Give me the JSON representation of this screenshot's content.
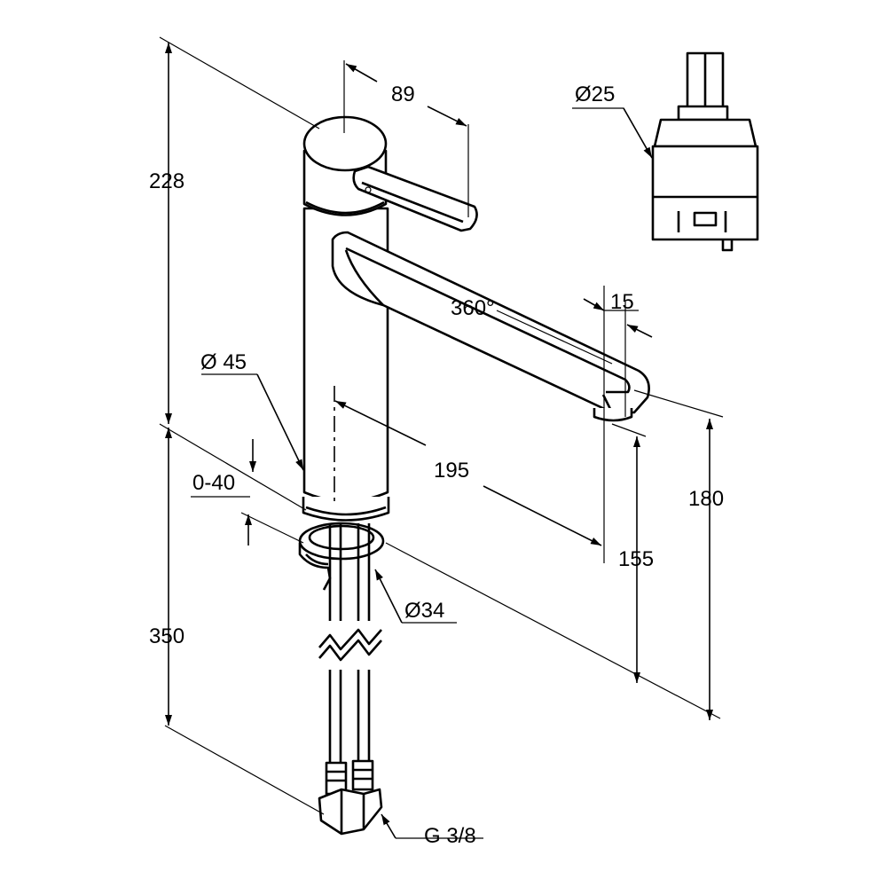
{
  "dimensions": {
    "total_height_upper": "228",
    "handle_reach": "89",
    "cartridge_diameter": "Ø25",
    "swivel_angle": "360°",
    "spout_thickness": "15",
    "body_diameter": "Ø 45",
    "spout_reach": "195",
    "counter_thickness": "0-40",
    "spout_height_outer": "180",
    "spout_height_inner": "155",
    "hole_diameter": "Ø34",
    "hose_length": "350",
    "thread": "G 3/8"
  }
}
